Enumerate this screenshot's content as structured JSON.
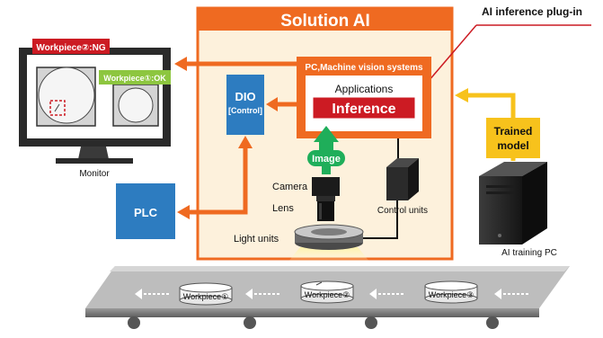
{
  "title": "Solution AI",
  "callout": "AI inference plug-in",
  "pc_box": {
    "label": "PC,Machine vision systems",
    "apps_label": "Applications",
    "inference_label": "Inference"
  },
  "dio": {
    "line1": "DIO",
    "line2": "[Control]"
  },
  "image_tag": "Image",
  "camera_label": "Camera",
  "lens_label": "Lens",
  "control_units_label": "Control units",
  "light_units_label": "Light units",
  "monitor": {
    "label": "Monitor",
    "ng_tag": "Workpiece②:NG",
    "ok_tag": "Workpiece①:OK"
  },
  "plc_label": "PLC",
  "trained_model": {
    "line1": "Trained",
    "line2": "model"
  },
  "training_pc_label": "AI training PC",
  "conveyor_items": [
    "Workpiece①",
    "Workpiece②",
    "Workpiece③"
  ],
  "colors": {
    "orange": "#ef6a21",
    "panel": "#fdf1dc",
    "red": "#cc1b23",
    "blue": "#2d7cc0",
    "green": "#1fae5a",
    "yellow": "#f7c21c",
    "lime": "#8dc63f"
  }
}
